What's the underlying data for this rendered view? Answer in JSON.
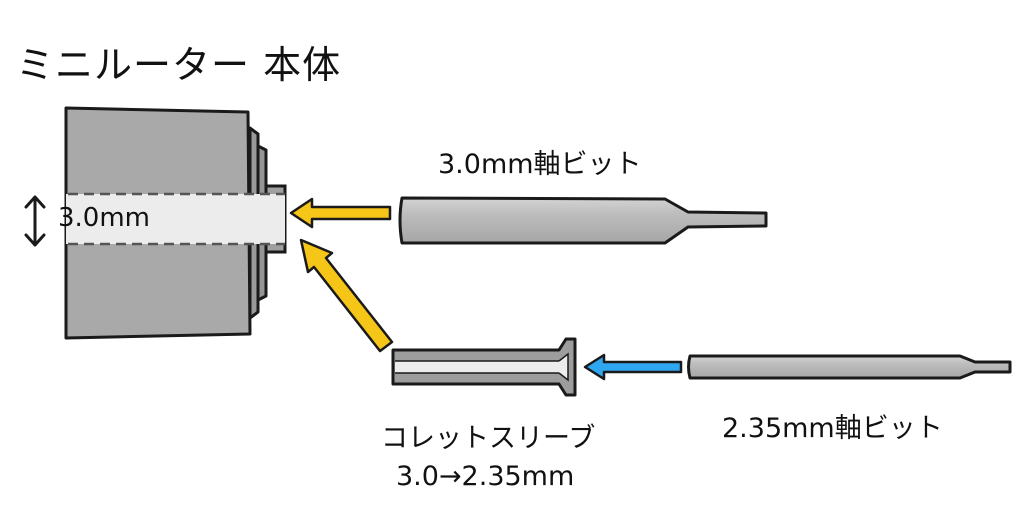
{
  "title": "ミニルーター 本体",
  "labels": {
    "bore_diameter": "3.0mm",
    "bit_3_0": "3.0mm軸ビット",
    "collet_sleeve": "コレットスリーブ",
    "collet_range": "3.0→2.35mm",
    "bit_2_35": "2.35mm軸ビット"
  },
  "colors": {
    "body_fill": "#a9a9a9",
    "bore_fill": "#ececec",
    "outline": "#1a1a1a",
    "bit_fill": "#b9b9b9",
    "sleeve_fill": "#9d9d9d",
    "arrow_yellow": "#f5c518",
    "arrow_blue": "#2fa6f0"
  },
  "icons": {
    "double_arrow": "vertical-double-arrow-icon",
    "insert_arrow": "arrow-left-icon"
  }
}
